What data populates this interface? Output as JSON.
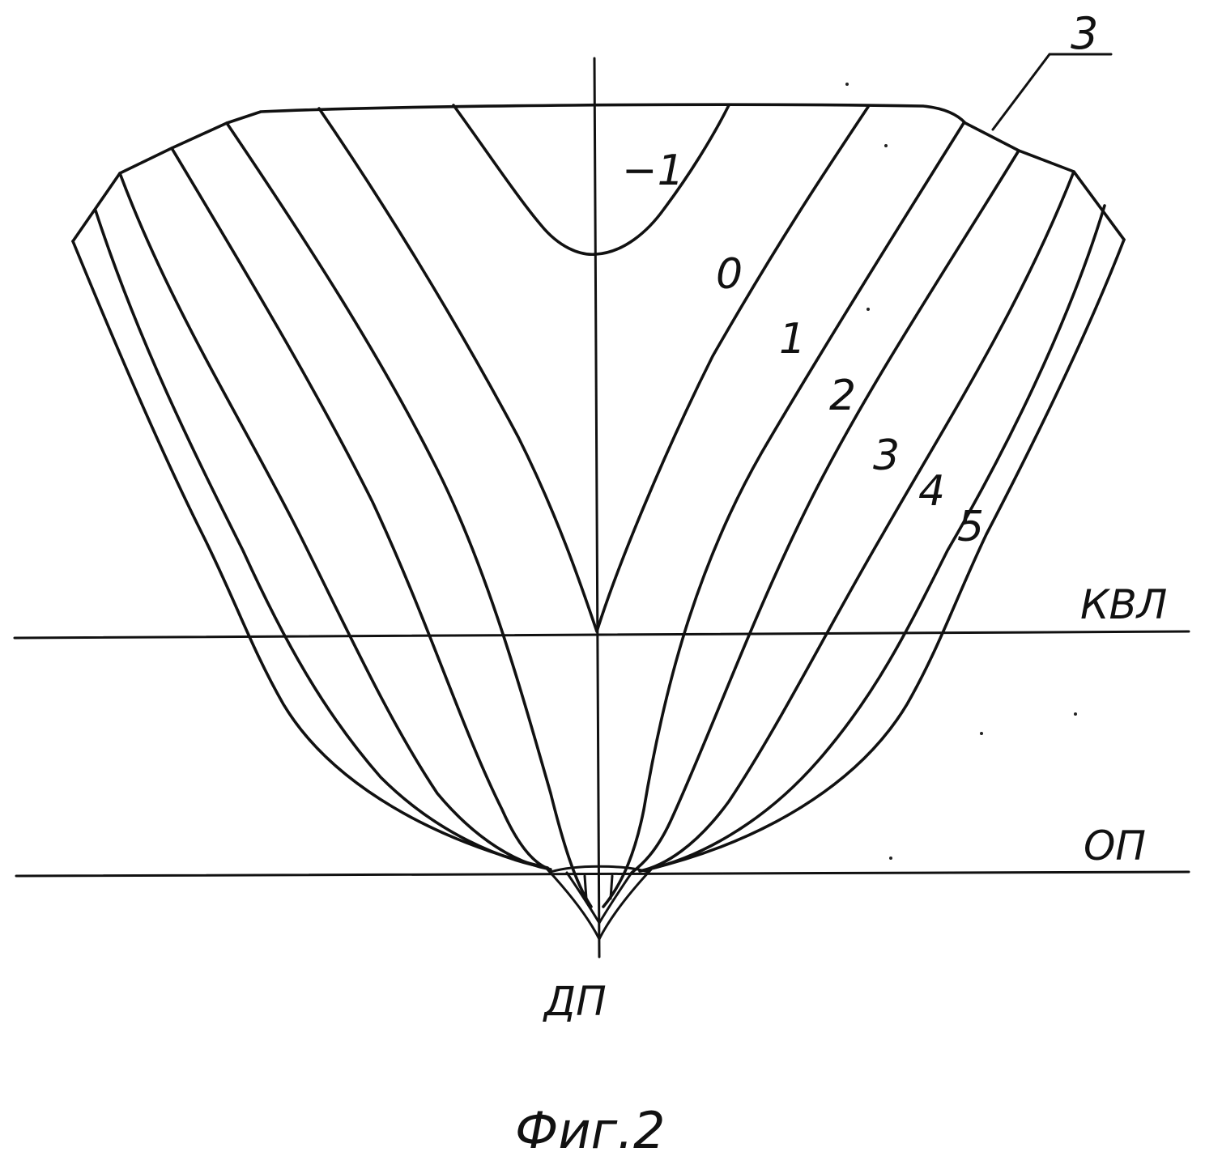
{
  "labels": {
    "reference_number": "3",
    "station_minus1": "−1",
    "station_0": "0",
    "station_1": "1",
    "station_2": "2",
    "station_3": "3",
    "station_4": "4",
    "station_5": "5",
    "waterline": "КВЛ",
    "baseline": "ОП",
    "centerline": "ДП",
    "caption": "Фиг.2"
  }
}
